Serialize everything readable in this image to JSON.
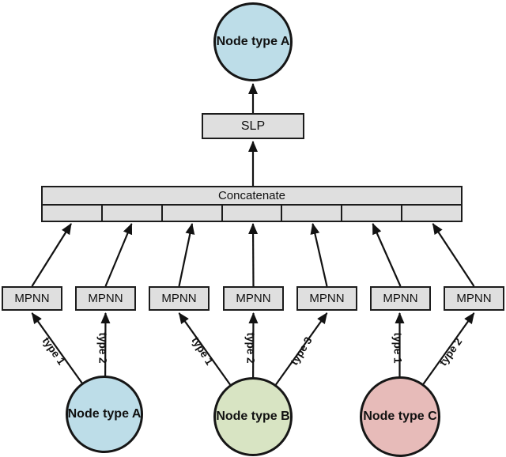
{
  "figure": {
    "output_node": {
      "label": "Node type A"
    },
    "slp_label": "SLP",
    "concatenate_label": "Concatenate",
    "concatenate_cell_count": 7,
    "mpnn_labels": [
      "MPNN",
      "MPNN",
      "MPNN",
      "MPNN",
      "MPNN",
      "MPNN",
      "MPNN"
    ],
    "input_nodes": [
      {
        "label": "Node type A",
        "edge_types": [
          "type 1",
          "type 2"
        ]
      },
      {
        "label": "Node type B",
        "edge_types": [
          "type 1",
          "type 2",
          "type 3"
        ]
      },
      {
        "label": "Node type C",
        "edge_types": [
          "type 1",
          "type 2"
        ]
      }
    ],
    "edge_labels": [
      "type 1",
      "type 2",
      "type 1",
      "type 2",
      "type 3",
      "type 1",
      "type 2"
    ],
    "colors": {
      "node_type_a": "#BDDDE8",
      "node_type_b": "#D8E4C3",
      "node_type_c": "#E7BBB9",
      "box_fill": "#DFDFDF",
      "outline": "#1C1C1C"
    }
  }
}
